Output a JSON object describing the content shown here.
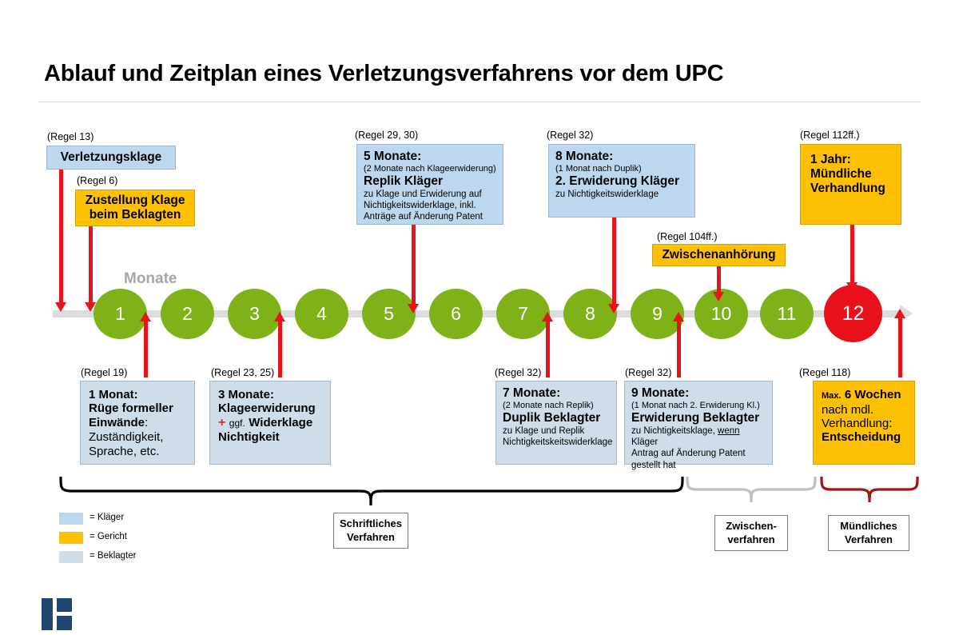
{
  "page": {
    "title": "Ablauf und Zeitplan eines Verletzungsverfahrens vor dem UPC",
    "axis_label": "Monate"
  },
  "colors": {
    "klaeger_blue": "#bdd7ee",
    "beklagter_blue": "#cfdcea",
    "gericht_yellow": "#fdc003",
    "month_green": "#7fb219",
    "month_red": "#e8111b",
    "arrow_red": "#e8131b",
    "axis_gray": "#dcdcdc",
    "logo_blue": "#1f4674"
  },
  "timeline": {
    "months": [
      "1",
      "2",
      "3",
      "4",
      "5",
      "6",
      "7",
      "8",
      "9",
      "10",
      "11",
      "12"
    ],
    "highlight_month": "12"
  },
  "top_boxes": [
    {
      "rule": "(Regel 13)",
      "type": "klaeger",
      "title": "Verletzungsklage",
      "sub": "",
      "head": "",
      "body": ""
    },
    {
      "rule": "(Regel 6)",
      "type": "gericht",
      "title": "Zustellung Klage",
      "title2": "beim Beklagten"
    },
    {
      "rule": "(Regel 29, 30)",
      "type": "klaeger",
      "title": "5 Monate:",
      "sub": "(2 Monate nach Klageerwiderung)",
      "head": "Replik Kläger",
      "body_lines": [
        "zu Klage und Erwiderung auf",
        "Nichtigkeitswiderklage, inkl.",
        "Anträge auf Änderung Patent"
      ]
    },
    {
      "rule": "(Regel 32)",
      "type": "klaeger",
      "title": "8 Monate:",
      "sub": "(1 Monat nach Duplik)",
      "head": "2. Erwiderung Kläger",
      "body_lines": [
        "zu Nichtigkeitswiderklage"
      ]
    },
    {
      "rule": "(Regel 104ff.)",
      "type": "gericht",
      "title": "Zwischenanhörung"
    },
    {
      "rule": "(Regel 112ff.)",
      "type": "gericht",
      "title": "1 Jahr:",
      "title2": "Mündliche",
      "title3": "Verhandlung"
    }
  ],
  "bottom_boxes": [
    {
      "rule": "(Regel 19)",
      "type": "beklagter",
      "line1": "1 Monat:",
      "line2": "Rüge formeller",
      "line3_bold": "Einwände",
      "line3_rest": ":",
      "line4": "Zuständigkeit,",
      "line5": "Sprache, etc."
    },
    {
      "rule": "(Regel 23, 25)",
      "type": "beklagter",
      "line1": "3 Monate:",
      "line2": "Klageerwiderung",
      "plus": "+",
      "ggf": "ggf.",
      "line3": "Widerklage",
      "line4": "Nichtigkeit"
    },
    {
      "rule": "(Regel 32)",
      "type": "beklagter",
      "title": "7 Monate:",
      "sub": "(2 Monate nach Replik)",
      "head": "Duplik Beklagter",
      "body_lines": [
        "zu Klage und Replik",
        "Nichtigkeitskeitswiderklage"
      ]
    },
    {
      "rule": "(Regel 32)",
      "type": "beklagter",
      "title": "9 Monate:",
      "sub": "(1 Monat nach 2. Erwiderung Kl.)",
      "head": "Erwiderung Beklagter",
      "body_pre": "zu Nichtigkeitsklage, ",
      "body_uline": "wenn",
      "body_post": " Kläger",
      "body_line2": "Antrag auf Änderung Patent",
      "body_line3": "gestellt hat"
    },
    {
      "rule": "(Regel 118)",
      "type": "gericht",
      "max": "Max.",
      "weeks": "6 Wochen",
      "line2": "nach mdl.",
      "line3": "Verhandlung:",
      "line4": "Entscheidung"
    }
  ],
  "legend": [
    {
      "label": "= Kläger",
      "color": "#bdd7ee"
    },
    {
      "label": "= Gericht",
      "color": "#fdc003"
    },
    {
      "label": "= Beklagter",
      "color": "#cfdcea"
    }
  ],
  "phases": [
    {
      "line1": "Schriftliches",
      "line2": "Verfahren",
      "color": "#000000"
    },
    {
      "line1": "Zwischen-",
      "line2": "verfahren",
      "color": "#bfbfbf"
    },
    {
      "line1": "Mündliches",
      "line2": "Verfahren",
      "color": "#a11515"
    }
  ]
}
